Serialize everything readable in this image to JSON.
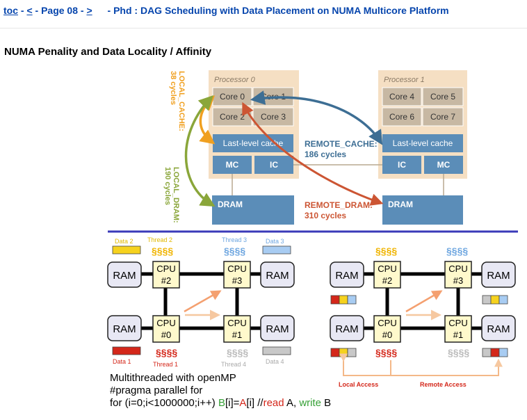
{
  "nav": {
    "toc": "toc",
    "dash1": "-",
    "prev": "<",
    "page": "- Page 08 -",
    "next": ">",
    "title": "- Phd : DAG Scheduling with Data Placement on NUMA Multicore Platform"
  },
  "heading": "NUMA Penality and Data Locality / Affinity",
  "diagram": {
    "proc0": "Processor 0",
    "proc1": "Processor 1",
    "core0": "Core 0",
    "core1": "Core 1",
    "core2": "Core 2",
    "core3": "Core 3",
    "core4": "Core 4",
    "core5": "Core 5",
    "core6": "Core 6",
    "core7": "Core 7",
    "llc": "Last-level cache",
    "mc": "MC",
    "ic": "IC",
    "dram": "DRAM",
    "local_cache": "LOCAL_CACHE:",
    "local_cache_cycles": "38 cycles",
    "local_dram": "LOCAL_DRAM:",
    "local_dram_cycles": "190 cycles",
    "remote_cache": "REMOTE_CACHE:",
    "remote_cache_cycles": "186 cycles",
    "remote_dram": "REMOTE_DRAM:",
    "remote_dram_cycles": "310 cycles"
  },
  "left_numa": {
    "ram": "RAM",
    "cpu2": [
      "CPU",
      "#2"
    ],
    "cpu3": [
      "CPU",
      "#3"
    ],
    "cpu0": [
      "CPU",
      "#0"
    ],
    "cpu1": [
      "CPU",
      "#1"
    ],
    "data1": "Data 1",
    "data2": "Data 2",
    "data3": "Data 3",
    "data4": "Data 4",
    "thread1": "Thread 1",
    "thread2": "Thread 2",
    "thread3": "Thread 3",
    "thread4": "Thread 4"
  },
  "right_numa": {
    "local_access": "Local Access",
    "remote_access": "Remote Access"
  },
  "code": {
    "line1": "Multithreaded with openMP",
    "line2": "#pragma parallel for",
    "line3_a": "for (i=0;i<1000000;i++) ",
    "line3_b": "B",
    "line3_c": "[i]=",
    "line3_d": "A",
    "line3_e": "[i] //",
    "line3_f": "read",
    "line3_g": " A, ",
    "line3_h": "write",
    "line3_i": " B"
  },
  "colors": {
    "link": "#0645ad",
    "processor_bg": "#f5dfc3",
    "core_bg": "#c7b8a3",
    "unit_bg": "#5b8db8",
    "orange": "#f0a020",
    "olive": "#8aa63a",
    "teal": "#3d6e94",
    "red_arrow": "#cc5533",
    "separator": "#3a3ab8"
  }
}
